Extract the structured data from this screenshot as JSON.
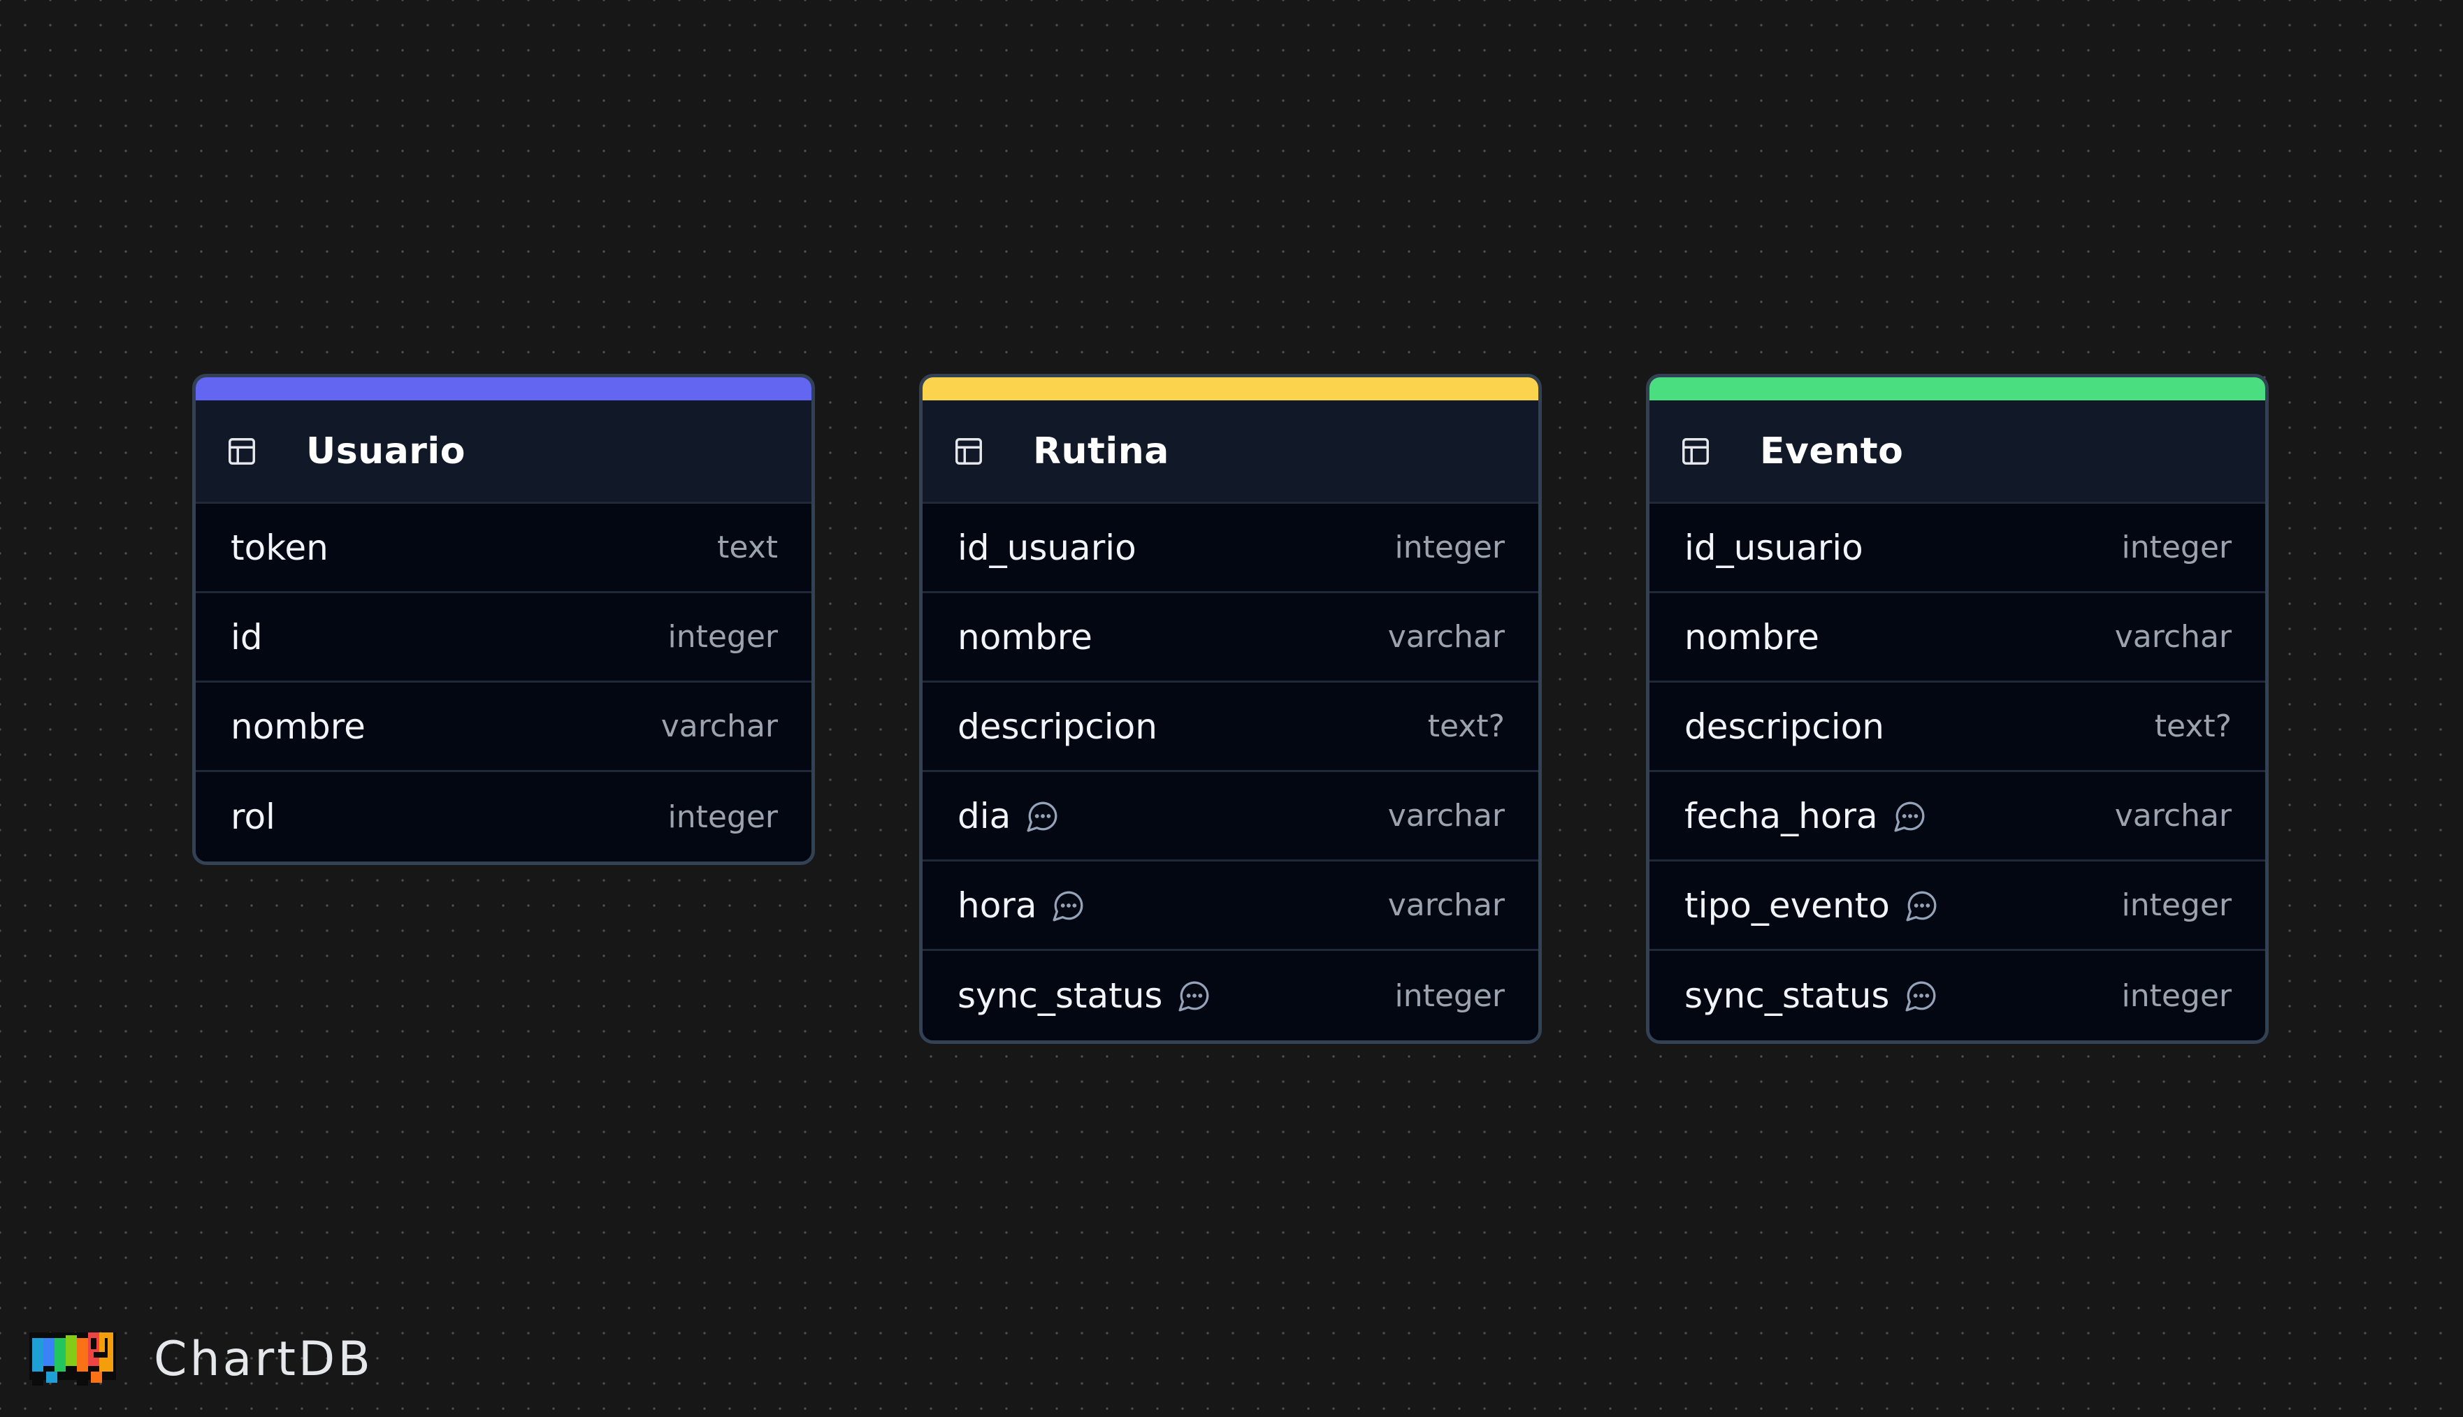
{
  "tables": [
    {
      "name": "Usuario",
      "accent_color": "#6366f1",
      "icon": "table-icon",
      "fields": [
        {
          "name": "token",
          "type": "text",
          "has_comment": false
        },
        {
          "name": "id",
          "type": "integer",
          "has_comment": false
        },
        {
          "name": "nombre",
          "type": "varchar",
          "has_comment": false
        },
        {
          "name": "rol",
          "type": "integer",
          "has_comment": false
        }
      ]
    },
    {
      "name": "Rutina",
      "accent_color": "#fcd34d",
      "icon": "table-icon",
      "fields": [
        {
          "name": "id_usuario",
          "type": "integer",
          "has_comment": false
        },
        {
          "name": "nombre",
          "type": "varchar",
          "has_comment": false
        },
        {
          "name": "descripcion",
          "type": "text?",
          "has_comment": false
        },
        {
          "name": "dia",
          "type": "varchar",
          "has_comment": true
        },
        {
          "name": "hora",
          "type": "varchar",
          "has_comment": true
        },
        {
          "name": "sync_status",
          "type": "integer",
          "has_comment": true
        }
      ]
    },
    {
      "name": "Evento",
      "accent_color": "#4ade80",
      "icon": "table-icon",
      "fields": [
        {
          "name": "id_usuario",
          "type": "integer",
          "has_comment": false
        },
        {
          "name": "nombre",
          "type": "varchar",
          "has_comment": false
        },
        {
          "name": "descripcion",
          "type": "text?",
          "has_comment": false
        },
        {
          "name": "fecha_hora",
          "type": "varchar",
          "has_comment": true
        },
        {
          "name": "tipo_evento",
          "type": "integer",
          "has_comment": true
        },
        {
          "name": "sync_status",
          "type": "integer",
          "has_comment": true
        }
      ]
    }
  ],
  "brand": {
    "name": "ChartDB",
    "icon": "chartdb-logo-icon"
  },
  "colors": {
    "background": "#171717",
    "card": "#030712",
    "header": "#111827",
    "border": "#334155",
    "field_name": "#f1f5f9",
    "field_type": "#9ca3af"
  }
}
